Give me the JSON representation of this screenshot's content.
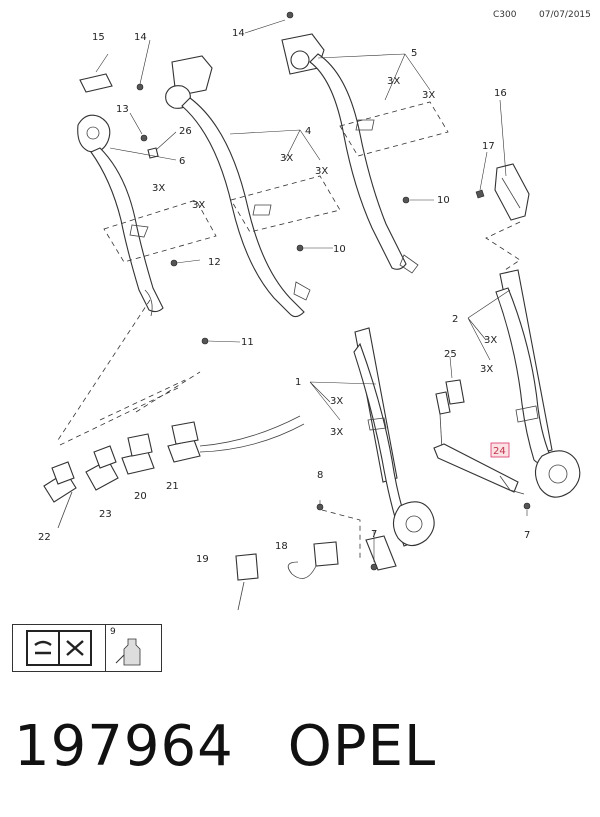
{
  "header": {
    "code": "C300",
    "date": "07/07/2015"
  },
  "labels": {
    "p1": "1",
    "p2": "2",
    "p4": "4",
    "p5": "5",
    "p6": "6",
    "p7a": "7",
    "p7b": "7",
    "p8": "8",
    "p9": "9",
    "p10a": "10",
    "p10b": "10",
    "p11": "11",
    "p12": "12",
    "p13": "13",
    "p14a": "14",
    "p14b": "14",
    "p15": "15",
    "p16": "16",
    "p17": "17",
    "p18": "18",
    "p19": "19",
    "p20": "20",
    "p21": "21",
    "p22": "22",
    "p23": "23",
    "p24": "24",
    "p25": "25",
    "p26": "26",
    "qty": "3X"
  },
  "footer": {
    "part_number": "197964",
    "brand": "OPEL"
  }
}
